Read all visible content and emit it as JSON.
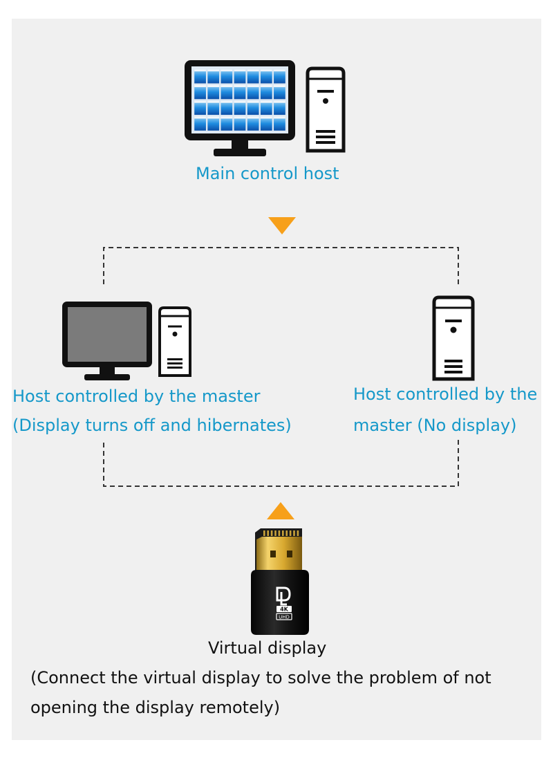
{
  "diagram": {
    "main_host": {
      "label": "Main control host"
    },
    "controlled_host_left": {
      "label_line1": "Host controlled by the master",
      "label_line2": "(Display turns off and hibernates)"
    },
    "controlled_host_right": {
      "label_line1": "Host controlled by the",
      "label_line2": "master (No display)"
    },
    "virtual_display": {
      "label": "Virtual display",
      "note_line1": "(Connect the virtual display to solve the problem of not",
      "note_line2": "opening the display remotely)",
      "badge_4k": "4K",
      "badge_uhd": "UHD"
    },
    "colors": {
      "label_blue": "#1598c9",
      "arrow_orange": "#f7a01a",
      "panel_gray": "#f0f0f0"
    },
    "icons": [
      "monitor-icon",
      "pc-tower-icon",
      "down-arrow-icon",
      "up-arrow-icon",
      "displayport-adapter-icon"
    ]
  }
}
